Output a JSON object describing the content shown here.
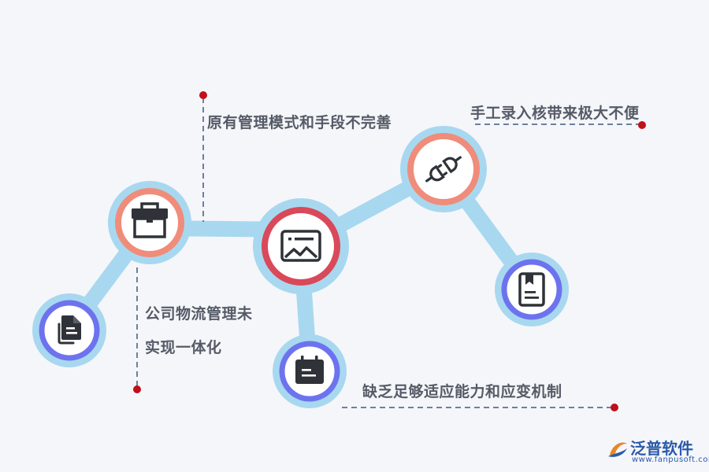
{
  "labels": {
    "top": "原有管理模式和手段不完善",
    "top_right": "手工录入核带来极大不便",
    "left_line1": "公司物流管理未",
    "left_line2": "实现一体化",
    "bottom_right": "缺乏足够适应能力和应变机制"
  },
  "logo": {
    "name": "泛普软件",
    "url": "www.fanpusoft.com"
  },
  "colors": {
    "connector": "#a8d8ef",
    "ring_salmon": "#f08c7a",
    "ring_red": "#d9495a",
    "ring_blue": "#6d73ee",
    "icon": "#2f3238",
    "dash": "#3d5a80",
    "dot": "#c0101a"
  },
  "nodes": [
    {
      "id": "docs",
      "icon": "document-stack-icon",
      "ring": "blue"
    },
    {
      "id": "toolbox",
      "icon": "toolbox-icon",
      "ring": "salmon"
    },
    {
      "id": "image",
      "icon": "image-icon",
      "ring": "red"
    },
    {
      "id": "calendar",
      "icon": "calendar-icon",
      "ring": "blue"
    },
    {
      "id": "plug",
      "icon": "plug-icon",
      "ring": "salmon"
    },
    {
      "id": "book",
      "icon": "bookmark-book-icon",
      "ring": "blue"
    }
  ]
}
